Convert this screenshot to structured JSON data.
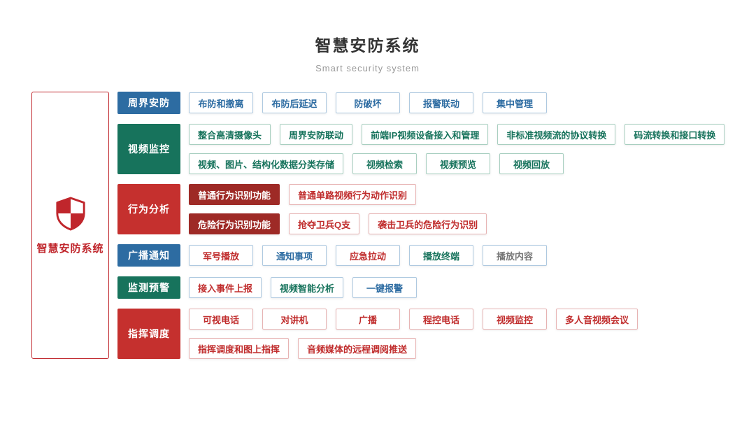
{
  "page": {
    "title": "智慧安防系统",
    "subtitle": "Smart security system"
  },
  "left_panel": {
    "label": "智慧安防系统",
    "accent_color": "#c0262c"
  },
  "palette": {
    "blue": {
      "text": "#2d6ca2",
      "border": "#aec9e0",
      "bg": "#ffffff"
    },
    "green": {
      "text": "#17735c",
      "border": "#a8cfc0",
      "bg": "#ffffff"
    },
    "red": {
      "text": "#c02d2d",
      "border": "#e7b3b3",
      "bg": "#ffffff"
    },
    "gray": {
      "text": "#777777",
      "border": "#c9d4dd",
      "bg": "#ffffff"
    },
    "red_filled": {
      "text": "#ffffff",
      "border": "#9e2a26",
      "bg": "#9e2a26"
    }
  },
  "header_colors": {
    "blue": "#2d6ca2",
    "green": "#17735c",
    "red": "#c5302e"
  },
  "sections": [
    {
      "id": "perimeter-security",
      "category": "周界安防",
      "header_style": "blue",
      "rows": [
        [
          {
            "label": "布防和撤离",
            "style": "blue"
          },
          {
            "label": "布防后延迟",
            "style": "blue"
          },
          {
            "label": "防破坏",
            "style": "blue"
          },
          {
            "label": "报警联动",
            "style": "blue"
          },
          {
            "label": "集中管理",
            "style": "blue"
          }
        ]
      ]
    },
    {
      "id": "video-surveillance",
      "category": "视频监控",
      "header_style": "green",
      "rows": [
        [
          {
            "label": "整合高清摄像头",
            "style": "green"
          },
          {
            "label": "周界安防联动",
            "style": "green"
          },
          {
            "label": "前端IP视频设备接入和管理",
            "style": "green"
          },
          {
            "label": "非标准视频流的协议转换",
            "style": "green"
          },
          {
            "label": "码流转换和接口转换",
            "style": "green"
          }
        ],
        [
          {
            "label": "视频、图片、结构化数据分类存储",
            "style": "green"
          },
          {
            "label": "视频检索",
            "style": "green"
          },
          {
            "label": "视频预览",
            "style": "green"
          },
          {
            "label": "视频回放",
            "style": "green"
          }
        ]
      ]
    },
    {
      "id": "behavior-analysis",
      "category": "行为分析",
      "header_style": "red",
      "rows": [
        [
          {
            "label": "普通行为识别功能",
            "style": "red_filled"
          },
          {
            "label": "普通单路视频行为动作识别",
            "style": "red"
          }
        ],
        [
          {
            "label": "危险行为识别功能",
            "style": "red_filled"
          },
          {
            "label": "抢夺卫兵Q支",
            "style": "red"
          },
          {
            "label": "袭击卫兵的危险行为识别",
            "style": "red"
          }
        ]
      ]
    },
    {
      "id": "broadcast-notice",
      "category": "广播通知",
      "header_style": "blue",
      "rows": [
        [
          {
            "label": "军号播放",
            "style": "red",
            "border": "blue"
          },
          {
            "label": "通知事项",
            "style": "blue",
            "border": "blue"
          },
          {
            "label": "应急拉动",
            "style": "red",
            "border": "blue"
          },
          {
            "label": "播放终端",
            "style": "green",
            "border": "blue"
          },
          {
            "label": "播放内容",
            "style": "gray",
            "border": "blue"
          }
        ]
      ]
    },
    {
      "id": "monitor-warning",
      "category": "监测预警",
      "header_style": "green",
      "rows": [
        [
          {
            "label": "接入事件上报",
            "style": "red",
            "border": "blue"
          },
          {
            "label": "视频智能分析",
            "style": "green",
            "border": "blue"
          },
          {
            "label": "一键报警",
            "style": "blue",
            "border": "blue"
          }
        ]
      ]
    },
    {
      "id": "command-dispatch",
      "category": "指挥调度",
      "header_style": "red",
      "rows": [
        [
          {
            "label": "可视电话",
            "style": "red"
          },
          {
            "label": "对讲机",
            "style": "red"
          },
          {
            "label": "广播",
            "style": "red"
          },
          {
            "label": "程控电话",
            "style": "red"
          },
          {
            "label": "视频监控",
            "style": "red"
          },
          {
            "label": "多人音视频会议",
            "style": "red"
          }
        ],
        [
          {
            "label": "指挥调度和图上指挥",
            "style": "red"
          },
          {
            "label": "音频媒体的远程调阅推送",
            "style": "red"
          }
        ]
      ]
    }
  ]
}
